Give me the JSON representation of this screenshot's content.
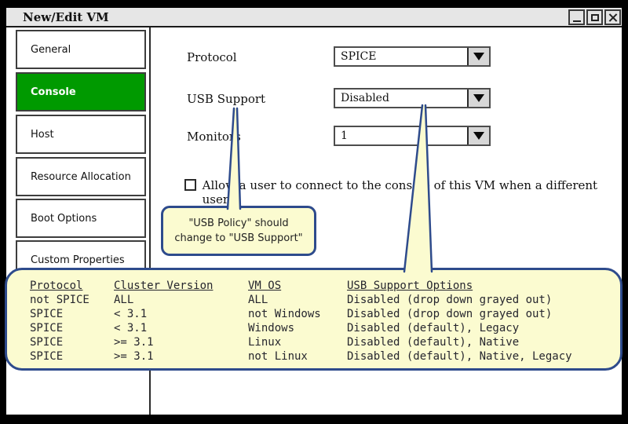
{
  "window": {
    "title": "New/Edit VM",
    "controls": [
      "minimize",
      "maximize",
      "close"
    ]
  },
  "sidebar": {
    "items": [
      {
        "label": "General",
        "selected": false
      },
      {
        "label": "Console",
        "selected": true
      },
      {
        "label": "Host",
        "selected": false
      },
      {
        "label": "Resource Allocation",
        "selected": false
      },
      {
        "label": "Boot Options",
        "selected": false
      },
      {
        "label": "Custom Properties",
        "selected": false
      }
    ]
  },
  "form": {
    "fields": [
      {
        "label": "Protocol",
        "value": "SPICE"
      },
      {
        "label": "USB Support",
        "value": "Disabled"
      },
      {
        "label": "Monitors",
        "value": "1"
      }
    ],
    "checkbox": {
      "label": "Allow a user to connect to the console of this VM when a different user...",
      "checked": false
    }
  },
  "annotations": {
    "note": {
      "text": "\"USB Policy\" should change to \"USB Support\""
    },
    "table": {
      "headers": [
        "Protocol",
        "Cluster Version",
        "VM OS",
        "USB Support Options"
      ],
      "rows": [
        [
          "not SPICE",
          "ALL",
          "ALL",
          "Disabled (drop down grayed out)"
        ],
        [
          "SPICE",
          "< 3.1",
          "not Windows",
          "Disabled (drop down grayed out)"
        ],
        [
          "SPICE",
          "< 3.1",
          "Windows",
          "Disabled (default), Legacy"
        ],
        [
          "SPICE",
          ">= 3.1",
          "Linux",
          "Disabled (default), Native"
        ],
        [
          "SPICE",
          ">= 3.1",
          "not Linux",
          "Disabled (default), Native, Legacy"
        ]
      ]
    }
  },
  "colors": {
    "selected_tab_green": "#009a00",
    "callout_background": "#fbfbd0",
    "callout_border": "#2e4b8c",
    "titlebar_gray": "#e6e6e6"
  }
}
